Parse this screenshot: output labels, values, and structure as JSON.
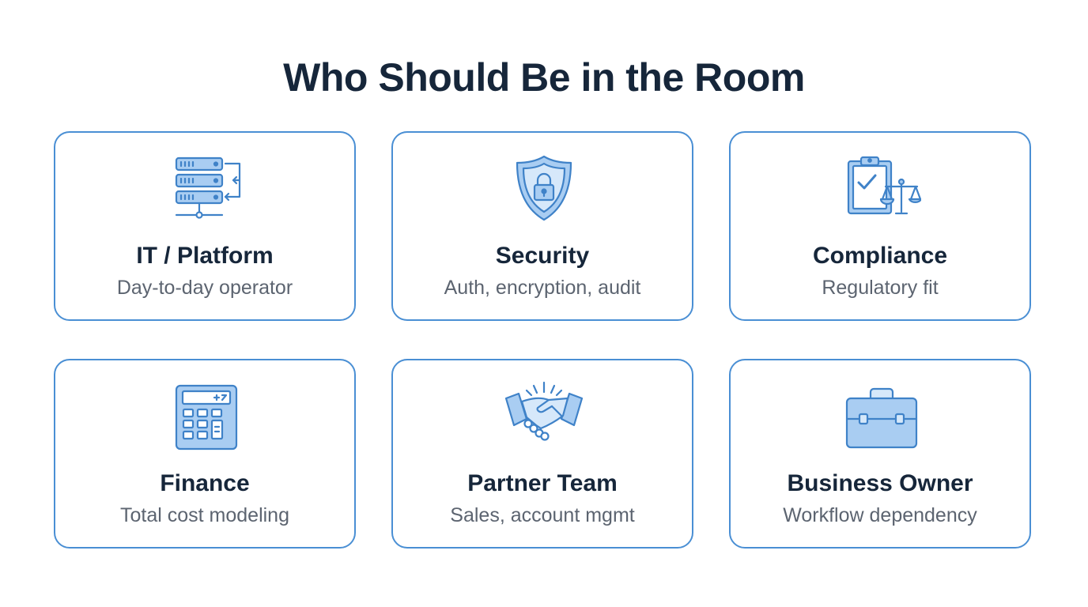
{
  "title": "Who Should Be in the Room",
  "colors": {
    "accent": "#4a8fd4",
    "icon_fill": "#a9cdf2",
    "title": "#16263a",
    "subtitle": "#5c6470"
  },
  "cards": [
    {
      "name": "IT / Platform",
      "description": "Day-to-day operator",
      "icon": "server-rack-icon"
    },
    {
      "name": "Security",
      "description": "Auth, encryption, audit",
      "icon": "shield-lock-icon"
    },
    {
      "name": "Compliance",
      "description": "Regulatory fit",
      "icon": "clipboard-scales-icon"
    },
    {
      "name": "Finance",
      "description": "Total cost modeling",
      "icon": "calculator-icon"
    },
    {
      "name": "Partner Team",
      "description": "Sales, account mgmt",
      "icon": "handshake-icon"
    },
    {
      "name": "Business Owner",
      "description": "Workflow dependency",
      "icon": "briefcase-icon"
    }
  ]
}
